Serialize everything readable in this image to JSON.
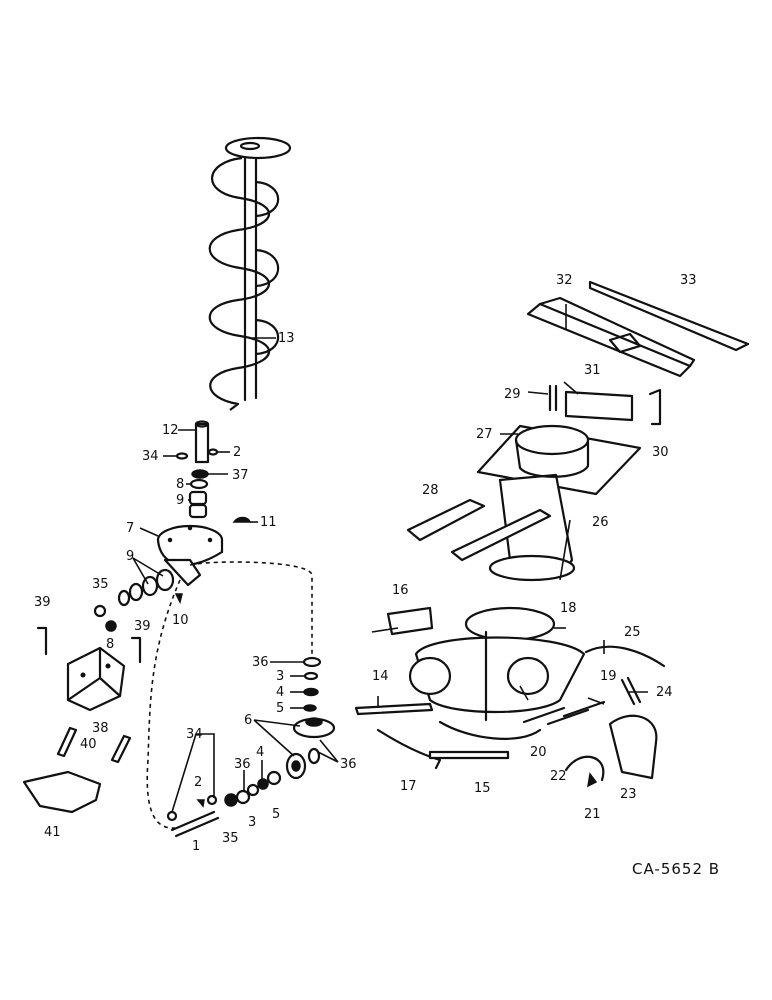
{
  "drawing_id": "CA-5652 B",
  "callouts": {
    "c1": "1",
    "c2a": "2",
    "c2b": "2",
    "c3a": "3",
    "c3b": "3",
    "c4a": "4",
    "c4b": "4",
    "c5a": "5",
    "c5b": "5",
    "c6": "6",
    "c7": "7",
    "c8a": "8",
    "c8b": "8",
    "c9a": "9",
    "c9b": "9",
    "c10": "10",
    "c11": "11",
    "c12": "12",
    "c13": "13",
    "c14": "14",
    "c15": "15",
    "c16": "16",
    "c17": "17",
    "c18": "18",
    "c19": "19",
    "c20": "20",
    "c21": "21",
    "c22": "22",
    "c23": "23",
    "c24": "24",
    "c25": "25",
    "c26": "26",
    "c27": "27",
    "c28": "28",
    "c29": "29",
    "c30": "30",
    "c31": "31",
    "c32": "32",
    "c33": "33",
    "c34a": "34",
    "c34b": "34",
    "c35a": "35",
    "c35b": "35",
    "c36a": "36",
    "c36b": "36",
    "c36c": "36",
    "c37": "37",
    "c38": "38",
    "c39a": "39",
    "c39b": "39",
    "c40": "40",
    "c41": "41"
  }
}
